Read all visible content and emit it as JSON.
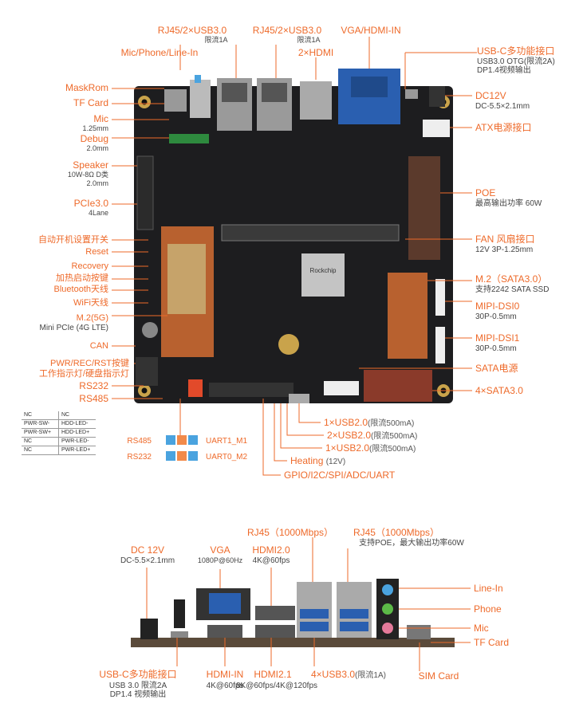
{
  "colors": {
    "accent": "#ee6a2a",
    "pcb": "#1d1d1f",
    "module": "#b8612f",
    "wifi_module": "#c6a36a",
    "jumper_blue": "#4aa3df",
    "jumper_orange": "#f28a4a"
  },
  "top": {
    "left_labels": [
      {
        "id": "maskrom",
        "text": "MaskRom",
        "sub": ""
      },
      {
        "id": "tfcard",
        "text": "TF Card",
        "sub": ""
      },
      {
        "id": "mic",
        "text": "Mic",
        "sub": "1.25mm"
      },
      {
        "id": "debug",
        "text": "Debug",
        "sub": "2.0mm"
      },
      {
        "id": "speaker",
        "text": "Speaker",
        "sub": "10W-8Ω D类\n2.0mm"
      },
      {
        "id": "pcie",
        "text": "PCIe3.0",
        "sub": "4Lane"
      },
      {
        "id": "autostart",
        "text": "自动开机设置开关",
        "sub": ""
      },
      {
        "id": "reset",
        "text": "Reset",
        "sub": ""
      },
      {
        "id": "recovery",
        "text": "Recovery",
        "sub": ""
      },
      {
        "id": "hotkey",
        "text": "加热启动按键",
        "sub": ""
      },
      {
        "id": "bt",
        "text": "Bluetooth天线",
        "sub": ""
      },
      {
        "id": "wifi",
        "text": "WiFi天线",
        "sub": ""
      },
      {
        "id": "m2_5g",
        "text": "M.2(5G)",
        "sub": "Mini PCIe (4G LTE)"
      },
      {
        "id": "can",
        "text": "CAN",
        "sub": ""
      },
      {
        "id": "pwr",
        "text": "PWR/REC/RST按键\n工作指示灯/硬盘指示灯",
        "sub": ""
      },
      {
        "id": "rs232",
        "text": "RS232",
        "sub": ""
      },
      {
        "id": "rs485",
        "text": "RS485",
        "sub": ""
      }
    ],
    "top_labels": [
      {
        "id": "rj45a",
        "text": "RJ45/2×USB3.0",
        "sub": "限流1A"
      },
      {
        "id": "rj45b",
        "text": "RJ45/2×USB3.0",
        "sub": "限流1A"
      },
      {
        "id": "mic_phone",
        "text": "Mic/Phone/Line-In",
        "sub": ""
      },
      {
        "id": "hdmi2",
        "text": "2×HDMI",
        "sub": ""
      },
      {
        "id": "vga_hdmi_in",
        "text": "VGA/HDMI-IN",
        "sub": ""
      }
    ],
    "right_labels": [
      {
        "id": "usbc",
        "text": "USB-C多功能接口",
        "sub": "USB3.0 OTG(限流2A)\nDP1.4视频输出"
      },
      {
        "id": "dc12v",
        "text": "DC12V",
        "sub": "DC-5.5×2.1mm"
      },
      {
        "id": "atx",
        "text": "ATX电源接口",
        "sub": ""
      },
      {
        "id": "poe",
        "text": "POE",
        "sub": "最高输出功率 60W"
      },
      {
        "id": "fan",
        "text": "FAN 风扇接口",
        "sub": "12V 3P-1.25mm"
      },
      {
        "id": "m2sata",
        "text": "M.2（SATA3.0）",
        "sub": "支持2242 SATA SSD"
      },
      {
        "id": "dsi0",
        "text": "MIPI-DSI0",
        "sub": "30P-0.5mm"
      },
      {
        "id": "dsi1",
        "text": "MIPI-DSI1",
        "sub": "30P-0.5mm"
      },
      {
        "id": "sata_pwr",
        "text": "SATA电源",
        "sub": ""
      },
      {
        "id": "sata4",
        "text": "4×SATA3.0",
        "sub": ""
      }
    ],
    "bottom_labels": [
      {
        "id": "usb2a",
        "text": "1×USB2.0",
        "sub": "(限流500mA)"
      },
      {
        "id": "usb2b",
        "text": "2×USB2.0",
        "sub": "(限流500mA)"
      },
      {
        "id": "usb2c",
        "text": "1×USB2.0",
        "sub": "(限流500mA)"
      },
      {
        "id": "heating",
        "text": "Heating",
        "sub": "(12V)"
      },
      {
        "id": "gpio",
        "text": "GPIO/I2C/SPI/ADC/UART",
        "sub": ""
      }
    ],
    "pin_table": [
      [
        "NC",
        "NC"
      ],
      [
        "PWR-SW-",
        "HDD-LED-"
      ],
      [
        "PWR-SW+",
        "HDD-LED+"
      ],
      [
        "NC",
        "PWR-LED-"
      ],
      [
        "NC",
        "PWR-LED+"
      ]
    ],
    "jumpers": {
      "rs485": "RS485",
      "rs232": "RS232",
      "uart1": "UART1_M1",
      "uart0": "UART0_M2"
    },
    "chip_text": "Rockchip"
  },
  "io": {
    "top_labels": [
      {
        "id": "dc12",
        "text": "DC 12V",
        "sub": "DC-5.5×2.1mm"
      },
      {
        "id": "vga",
        "text": "VGA",
        "sub": "1080P@60Hz"
      },
      {
        "id": "hdmi20",
        "text": "HDMI2.0",
        "sub": "4K@60fps"
      },
      {
        "id": "rj45_1",
        "text": "RJ45（1000Mbps）",
        "sub": ""
      },
      {
        "id": "rj45_2",
        "text": "RJ45（1000Mbps）",
        "sub": "支持POE，最大输出功率60W"
      }
    ],
    "right_labels": [
      {
        "id": "linein",
        "text": "Line-In"
      },
      {
        "id": "phone",
        "text": "Phone"
      },
      {
        "id": "mic",
        "text": "Mic"
      },
      {
        "id": "tf",
        "text": "TF Card"
      },
      {
        "id": "sim",
        "text": "SIM Card"
      }
    ],
    "bottom_labels": [
      {
        "id": "usbc",
        "text": "USB-C多功能接口",
        "sub": "USB 3.0 限流2A\nDP1.4 视频输出"
      },
      {
        "id": "hdmiin",
        "text": "HDMI-IN",
        "sub": "4K@60fps"
      },
      {
        "id": "hdmi21",
        "text": "HDMI2.1",
        "sub": "8K@60fps/4K@120fps"
      },
      {
        "id": "usb3",
        "text": "4×USB3.0",
        "sub": "(限流1A)"
      }
    ]
  }
}
